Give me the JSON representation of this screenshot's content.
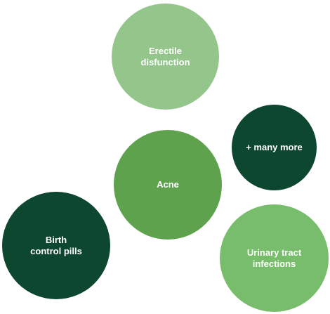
{
  "bubbles": {
    "erectile": {
      "label": "Erectile\ndisfunction"
    },
    "more": {
      "label": "+ many more"
    },
    "acne": {
      "label": "Acne"
    },
    "birth": {
      "label": "Birth\ncontrol pills"
    },
    "urinary": {
      "label": "Urinary tract\ninfections"
    }
  },
  "colors": {
    "light_green": "#94c58a",
    "mid_green": "#5ea24e",
    "bright_green": "#78bd6b",
    "dark_green": "#0d4730",
    "text": "#ffffff"
  }
}
